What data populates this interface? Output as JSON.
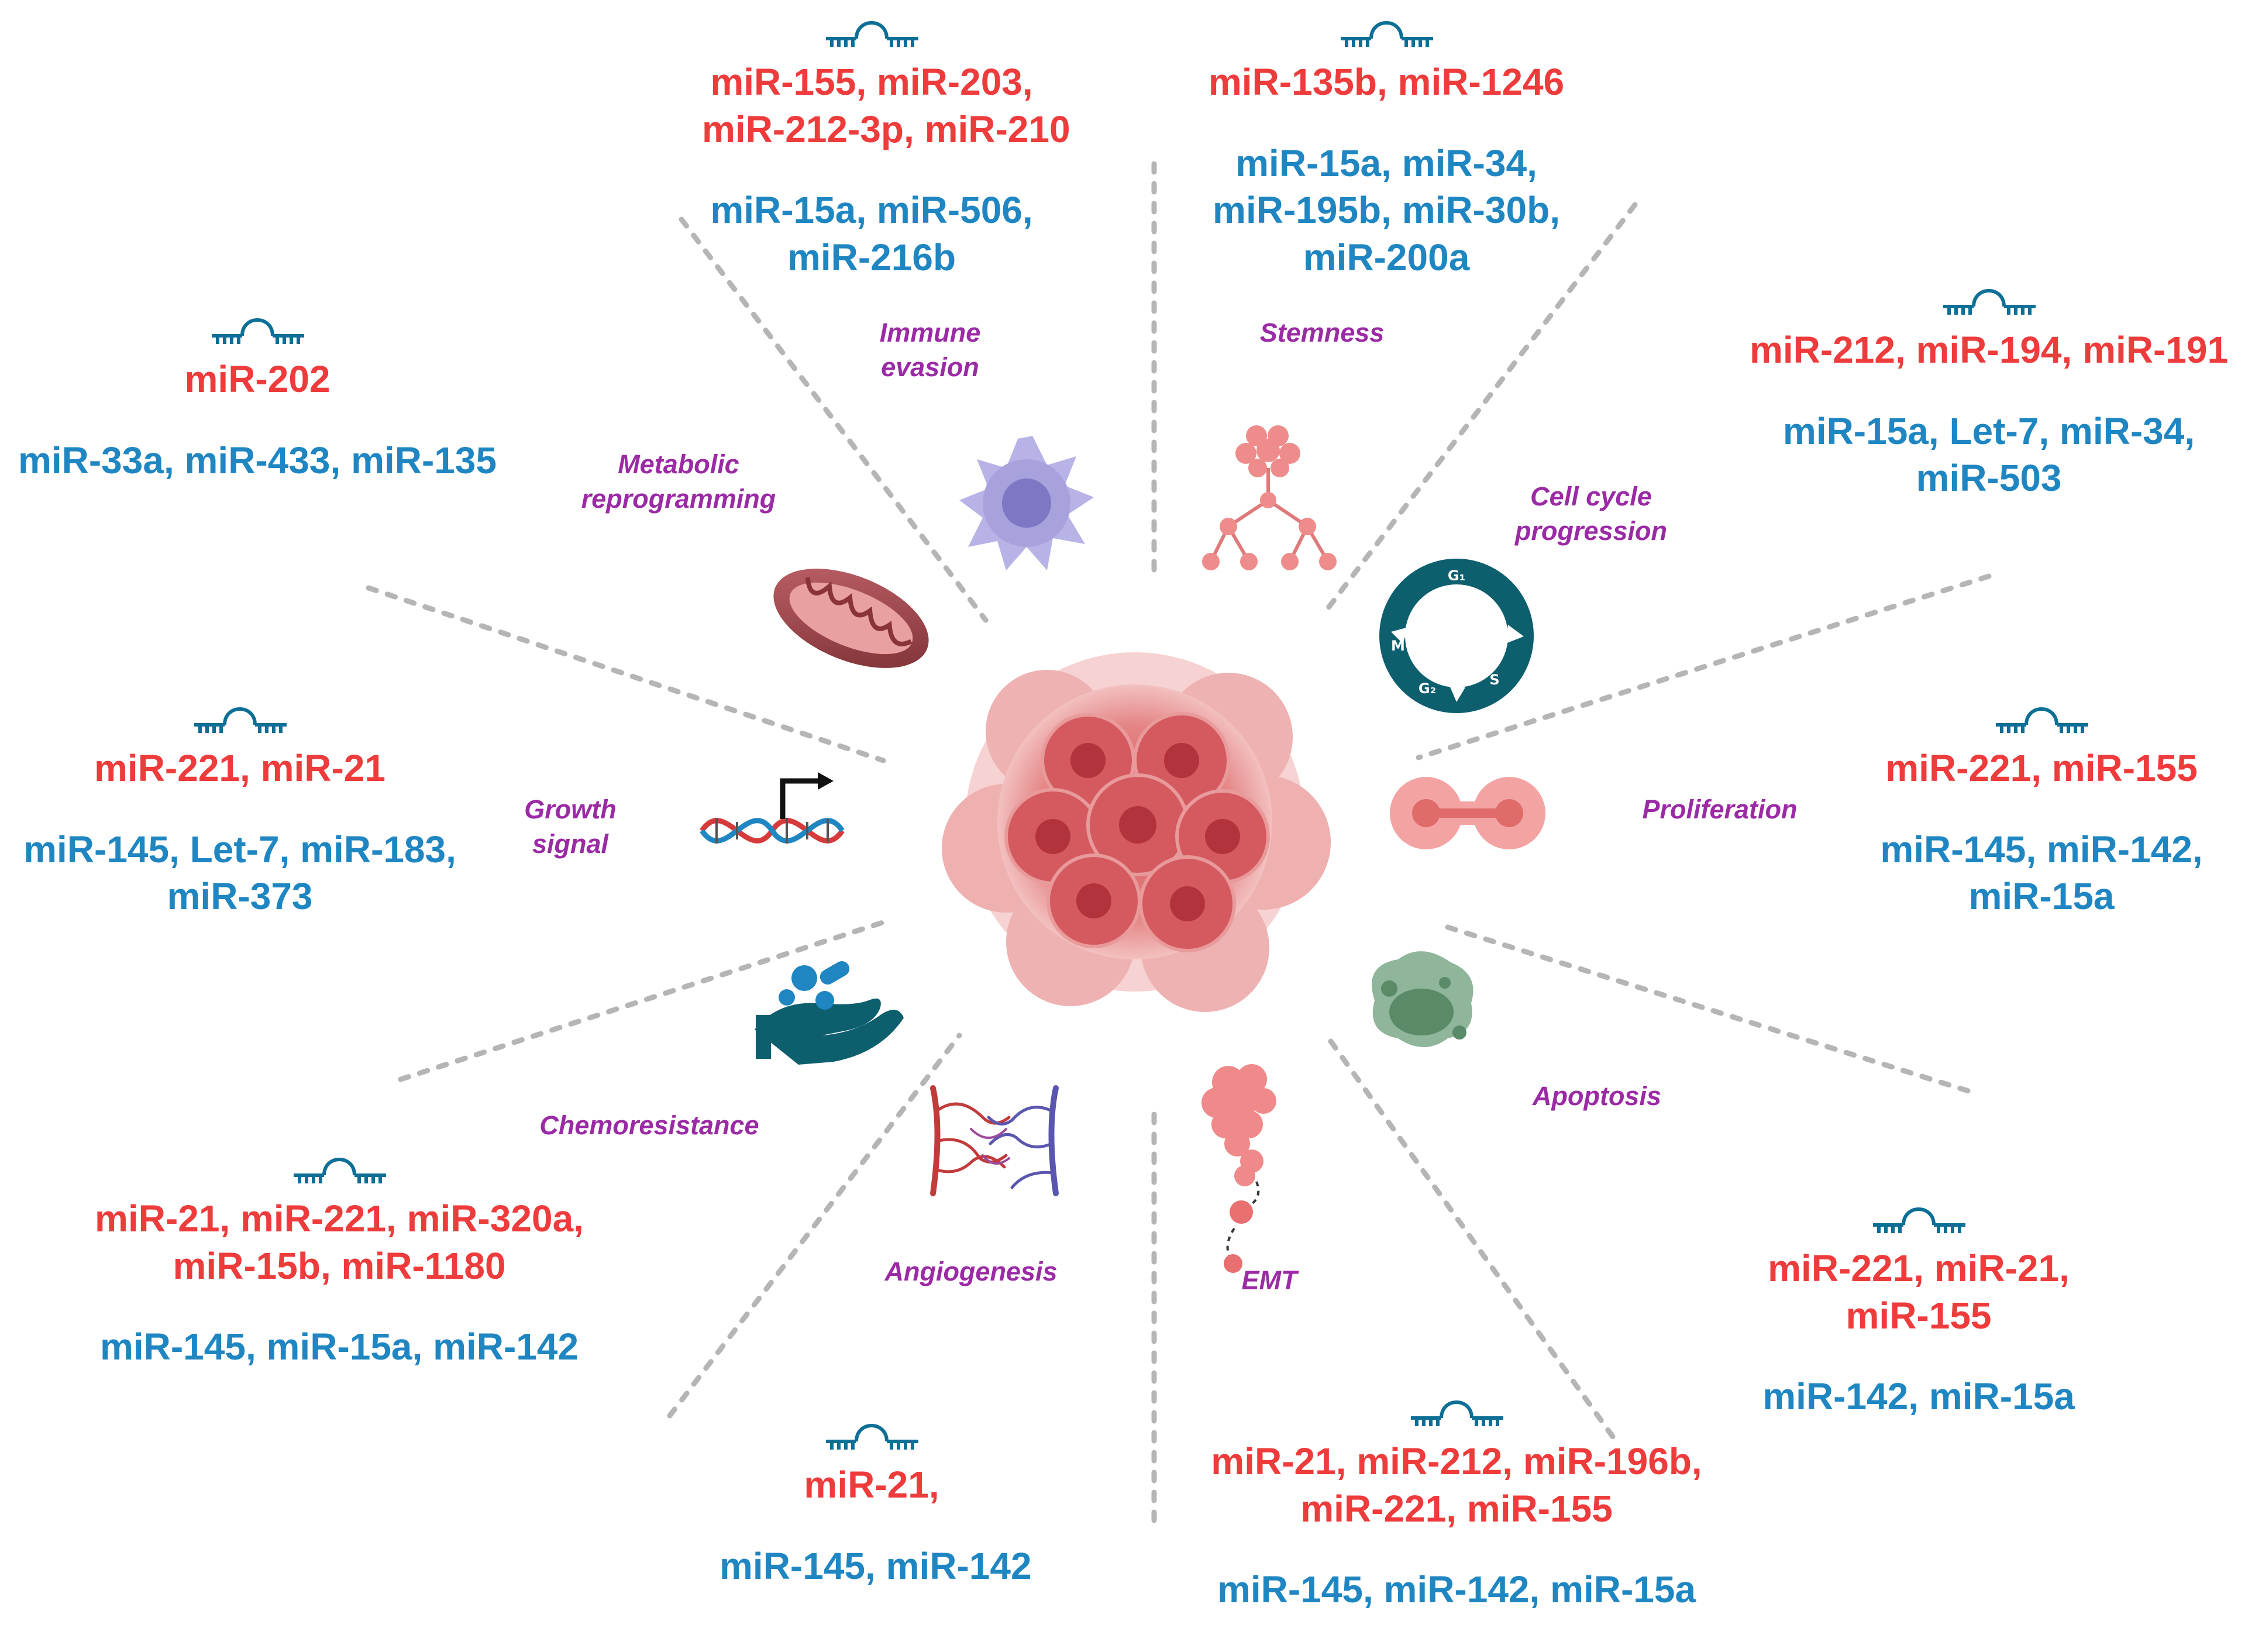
{
  "colors": {
    "upregulated": "#ee3b3b",
    "downregulated": "#1f86c2",
    "hallmark_label": "#9b2aa5",
    "divider": "#b5b5b5",
    "cell_cycle_ring": "#0d5f6e",
    "tumor": "#e07a7a",
    "apoptosis_cell": "#6b9a7a"
  },
  "center_icon": "tumor-cell-cluster-icon",
  "groups": [
    {
      "id": "immune-evasion",
      "icon": "mirna-hairpin-icon",
      "up": [
        "miR-155, miR-203,",
        "miR-212-3p, miR-210"
      ],
      "down": [
        "miR-15a, miR-506,",
        "miR-216b"
      ]
    },
    {
      "id": "stemness",
      "icon": "mirna-hairpin-icon",
      "up": [
        "miR-135b, miR-1246"
      ],
      "down": [
        "miR-15a, miR-34,",
        "miR-195b, miR-30b,",
        "miR-200a"
      ]
    },
    {
      "id": "cell-cycle",
      "icon": "mirna-hairpin-icon",
      "up": [
        "miR-212, miR-194, miR-191"
      ],
      "down": [
        "miR-15a, Let-7, miR-34,",
        "miR-503"
      ]
    },
    {
      "id": "metabolic",
      "icon": "mirna-hairpin-icon",
      "up": [
        "miR-202"
      ],
      "down": [
        "miR-33a, miR-433, miR-135"
      ]
    },
    {
      "id": "growth-signal",
      "icon": "mirna-hairpin-icon",
      "up": [
        "miR-221, miR-21"
      ],
      "down": [
        "miR-145, Let-7, miR-183,",
        "miR-373"
      ]
    },
    {
      "id": "proliferation",
      "icon": "mirna-hairpin-icon",
      "up": [
        "miR-221, miR-155"
      ],
      "down": [
        "miR-145, miR-142,",
        "miR-15a"
      ]
    },
    {
      "id": "chemoresistance",
      "icon": "mirna-hairpin-icon",
      "up": [
        "miR-21, miR-221, miR-320a,",
        "miR-15b, miR-1180"
      ],
      "down": [
        "miR-145, miR-15a, miR-142"
      ]
    },
    {
      "id": "apoptosis",
      "icon": "mirna-hairpin-icon",
      "up": [
        "miR-221, miR-21,",
        "miR-155"
      ],
      "down": [
        "miR-142, miR-15a"
      ]
    },
    {
      "id": "angiogenesis",
      "icon": "mirna-hairpin-icon",
      "up": [
        "miR-21,"
      ],
      "down": [
        "miR-145, miR-142"
      ]
    },
    {
      "id": "emt",
      "icon": "mirna-hairpin-icon",
      "up": [
        "miR-21, miR-212, miR-196b,",
        "miR-221, miR-155"
      ],
      "down": [
        "miR-145, miR-142, miR-15a"
      ]
    }
  ],
  "hallmarks": [
    {
      "id": "immune-evasion",
      "label": [
        "Immune",
        "evasion"
      ],
      "icon": "dendritic-cell-icon"
    },
    {
      "id": "stemness",
      "label": [
        "Stemness"
      ],
      "icon": "stem-cell-lineage-icon"
    },
    {
      "id": "cell-cycle",
      "label": [
        "Cell cycle",
        "progression"
      ],
      "icon": "cell-cycle-ring-icon"
    },
    {
      "id": "metabolic",
      "label": [
        "Metabolic",
        "reprogramming"
      ],
      "icon": "mitochondrion-icon"
    },
    {
      "id": "growth-signal",
      "label": [
        "Growth",
        "signal"
      ],
      "icon": "dna-transcription-icon"
    },
    {
      "id": "proliferation",
      "label": [
        "Proliferation"
      ],
      "icon": "dividing-cell-icon"
    },
    {
      "id": "chemoresistance",
      "label": [
        "Chemoresistance"
      ],
      "icon": "hand-pills-icon"
    },
    {
      "id": "apoptosis",
      "label": [
        "Apoptosis"
      ],
      "icon": "apoptotic-cell-icon"
    },
    {
      "id": "angiogenesis",
      "label": [
        "Angiogenesis"
      ],
      "icon": "blood-vessel-network-icon"
    },
    {
      "id": "emt",
      "label": [
        "EMT"
      ],
      "icon": "migrating-cells-icon"
    }
  ],
  "cell_cycle_phases": [
    "G₁",
    "S",
    "G₂",
    "M"
  ]
}
